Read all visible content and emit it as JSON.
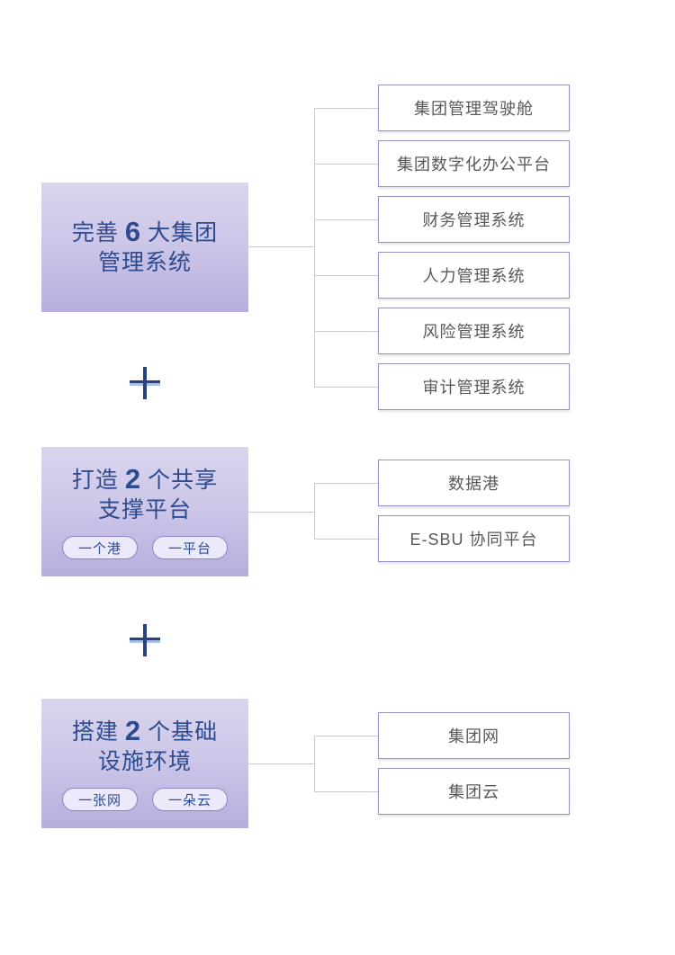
{
  "diagram": {
    "sections": [
      {
        "title_line1_pre": "完善",
        "title_num": "6",
        "title_line1_post": "大集团",
        "title_line2": "管理系统",
        "children": [
          "集团管理驾驶舱",
          "集团数字化办公平台",
          "财务管理系统",
          "人力管理系统",
          "风险管理系统",
          "审计管理系统"
        ]
      },
      {
        "title_line1_pre": "打造",
        "title_num": "2",
        "title_line1_post": "个共享",
        "title_line2": "支撑平台",
        "badges": [
          "一个港",
          "一平台"
        ],
        "children": [
          "数据港",
          "E-SBU 协同平台"
        ]
      },
      {
        "title_line1_pre": "搭建",
        "title_num": "2",
        "title_line1_post": "个基础",
        "title_line2": "设施环境",
        "badges": [
          "一张网",
          "一朵云"
        ],
        "children": [
          "集团网",
          "集团云"
        ]
      }
    ],
    "separator_symbol": "plus",
    "colors": {
      "main_box_gradient_top": "#d9d5ee",
      "main_box_gradient_bottom": "#b7aede",
      "main_text": "#2e4b8f",
      "child_border": "#9790c3",
      "child_text": "#595959",
      "connector_line": "#cccccc",
      "badge_background": "#eceafa",
      "badge_border": "#8d86c3",
      "plus_dark": "#27427e",
      "plus_light": "#a9c2e2"
    }
  }
}
